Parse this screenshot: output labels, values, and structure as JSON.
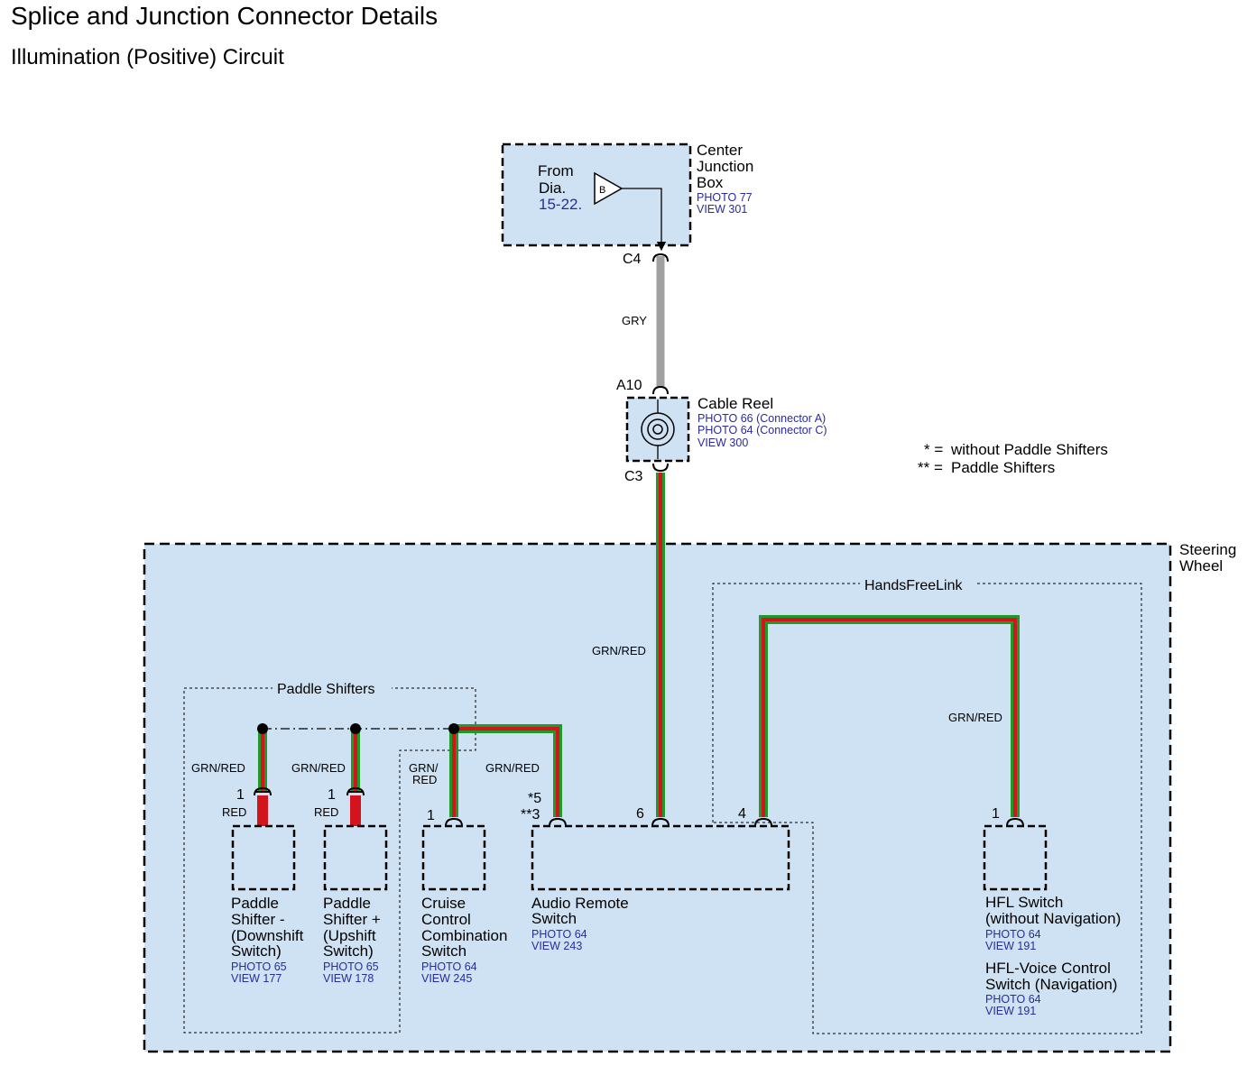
{
  "title": "Splice and Junction Connector Details",
  "subtitle": "Illumination (Positive) Circuit",
  "colors": {
    "module_fill": "#cfe2f3",
    "reference_text": "#2a2a9e",
    "wire_gray": "#a0a0a0",
    "wire_green": "#1f9a2a",
    "wire_red": "#d4141c"
  },
  "center_junction_box": {
    "name_lines": [
      "Center",
      "Junction",
      "Box"
    ],
    "refs": [
      "PHOTO 77",
      "VIEW 301"
    ],
    "from_lines": [
      "From",
      "Dia."
    ],
    "from_ref": "15-22.",
    "terminal": "B",
    "connector": "C4"
  },
  "wire_gry": "GRY",
  "cable_reel": {
    "name": "Cable Reel",
    "refs": [
      "PHOTO 66 (Connector A)",
      "PHOTO 64 (Connector C)",
      "VIEW 300"
    ],
    "connector_in": "A10",
    "connector_out": "C3"
  },
  "legend": {
    "line1_mark": "* =",
    "line1_text": "without Paddle Shifters",
    "line2_mark": "** =",
    "line2_text": "Paddle Shifters"
  },
  "steering_wheel_lines": [
    "Steering",
    "Wheel"
  ],
  "handsfreelink": "HandsFreeLink",
  "paddle_shifters": "Paddle Shifters",
  "wires": {
    "main": "GRN/RED",
    "hfl": "GRN/RED",
    "paddle_down": "GRN/RED",
    "paddle_up": "GRN/RED",
    "cruise_lines": [
      "GRN/",
      "RED"
    ],
    "audio": "GRN/RED",
    "red_down": "RED",
    "red_up": "RED"
  },
  "pins": {
    "paddle_down": "1",
    "paddle_up": "1",
    "cruise": "1",
    "audio_a": "*5",
    "audio_b": "**3",
    "audio_main": "6",
    "audio_hfl": "4",
    "hfl_switch": "1"
  },
  "components": {
    "paddle_down": {
      "lines": [
        "Paddle",
        "Shifter -",
        "(Downshift",
        "Switch)"
      ],
      "refs": [
        "PHOTO 65",
        "VIEW 177"
      ]
    },
    "paddle_up": {
      "lines": [
        "Paddle",
        "Shifter +",
        "(Upshift",
        "Switch)"
      ],
      "refs": [
        "PHOTO 65",
        "VIEW 178"
      ]
    },
    "cruise": {
      "lines": [
        "Cruise",
        "Control",
        "Combination",
        "Switch"
      ],
      "refs": [
        "PHOTO 64",
        "VIEW 245"
      ]
    },
    "audio": {
      "lines": [
        "Audio Remote",
        "Switch"
      ],
      "refs": [
        "PHOTO 64",
        "VIEW 243"
      ]
    },
    "hfl_switch": {
      "lines": [
        "HFL Switch",
        "(without Navigation)"
      ],
      "refs": [
        "PHOTO 64",
        "VIEW 191"
      ]
    },
    "hfl_voice": {
      "lines": [
        "HFL-Voice Control",
        "Switch (Navigation)"
      ],
      "refs": [
        "PHOTO 64",
        "VIEW 191"
      ]
    }
  }
}
